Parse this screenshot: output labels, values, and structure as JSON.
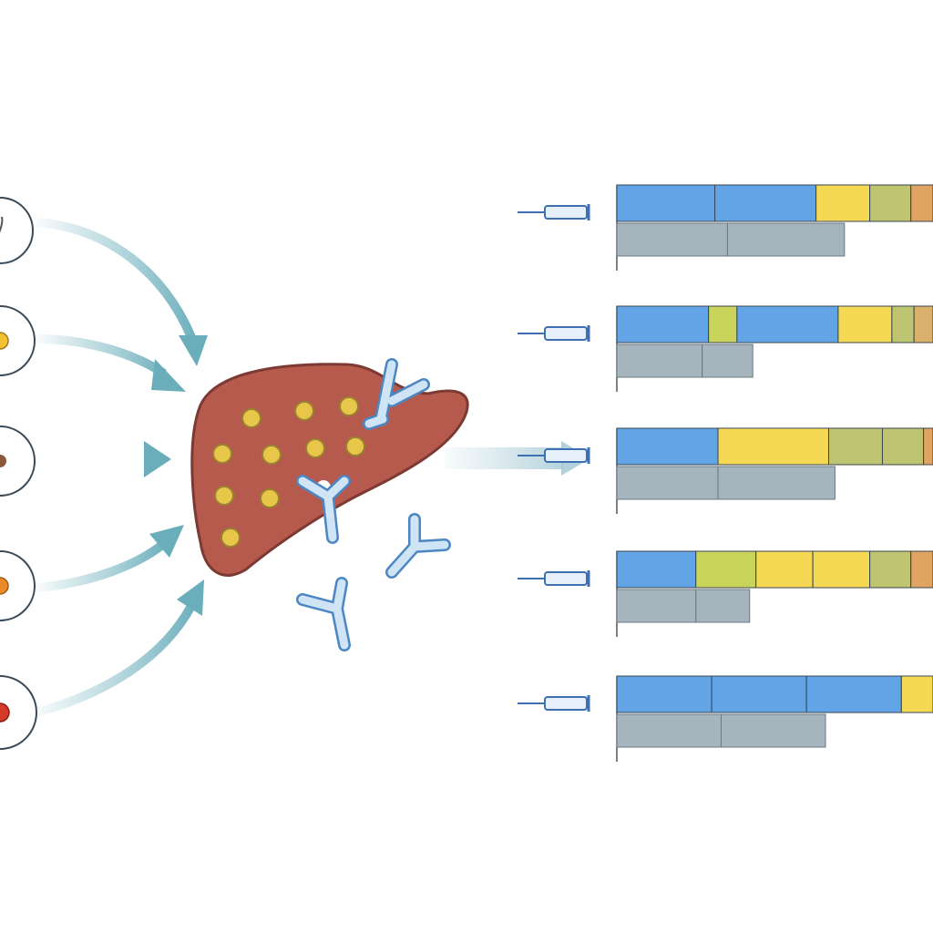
{
  "palette": {
    "background": "#ffffff",
    "circle_stroke": "#3a4a57",
    "arrow": "#6aaebb",
    "liver_fill": "#b65a4e",
    "liver_stroke": "#7d3a33",
    "dot_fill": "#e8c64a",
    "dot_stroke": "#9a8130",
    "antibody_fill": "#cfe4f5",
    "antibody_stroke": "#4c86c3",
    "syringe": "#3e6fb1",
    "bar_blue": "#63a4e6",
    "bar_yellow": "#f5d854",
    "bar_olive": "#bfc470",
    "bar_lime": "#c9d45a",
    "bar_orange": "#dfa462",
    "bar_tan": "#d9b06c",
    "bar_gray": "#a6b4be",
    "axis": "#555555"
  },
  "sources": [
    {
      "icon": "food-item-icon",
      "color": "#ffffff"
    },
    {
      "icon": "yellow-pill-icon",
      "color": "#f1c232"
    },
    {
      "icon": "brown-item-icon",
      "color": "#8a5a3b"
    },
    {
      "icon": "orange-pill-icon",
      "color": "#ea8a2a"
    },
    {
      "icon": "red-pill-icon",
      "color": "#d43a2a"
    }
  ],
  "liver": {
    "icon": "liver-icon"
  },
  "antibodies": {
    "icon": "antibody-icon",
    "count": 4
  },
  "bar_rows": [
    {
      "top": [
        [
          "bar_blue",
          0.0,
          0.31
        ],
        [
          "bar_blue",
          0.31,
          0.63
        ],
        [
          "bar_yellow",
          0.63,
          0.8
        ],
        [
          "bar_olive",
          0.8,
          0.93
        ],
        [
          "bar_orange",
          0.93,
          1.0
        ]
      ],
      "bottom": [
        [
          "bar_gray",
          0.0,
          0.35
        ],
        [
          "bar_gray",
          0.35,
          0.72
        ]
      ]
    },
    {
      "top": [
        [
          "bar_blue",
          0.0,
          0.29
        ],
        [
          "bar_lime",
          0.29,
          0.38
        ],
        [
          "bar_blue",
          0.38,
          0.7
        ],
        [
          "bar_yellow",
          0.7,
          0.87
        ],
        [
          "bar_olive",
          0.87,
          0.94
        ],
        [
          "bar_tan",
          0.94,
          1.0
        ]
      ],
      "bottom": [
        [
          "bar_gray",
          0.0,
          0.27
        ],
        [
          "bar_gray",
          0.27,
          0.43
        ]
      ]
    },
    {
      "top": [
        [
          "bar_blue",
          0.0,
          0.32
        ],
        [
          "bar_yellow",
          0.32,
          0.67
        ],
        [
          "bar_olive",
          0.67,
          0.84
        ],
        [
          "bar_olive",
          0.84,
          0.97
        ],
        [
          "bar_orange",
          0.97,
          1.0
        ]
      ],
      "bottom": [
        [
          "bar_gray",
          0.0,
          0.32
        ],
        [
          "bar_gray",
          0.32,
          0.69
        ]
      ]
    },
    {
      "top": [
        [
          "bar_blue",
          0.0,
          0.25
        ],
        [
          "bar_lime",
          0.25,
          0.44
        ],
        [
          "bar_yellow",
          0.44,
          0.62
        ],
        [
          "bar_yellow",
          0.62,
          0.8
        ],
        [
          "bar_olive",
          0.8,
          0.93
        ],
        [
          "bar_orange",
          0.93,
          1.0
        ]
      ],
      "bottom": [
        [
          "bar_gray",
          0.0,
          0.25
        ],
        [
          "bar_gray",
          0.25,
          0.42
        ]
      ]
    },
    {
      "top": [
        [
          "bar_blue",
          0.0,
          0.3
        ],
        [
          "bar_blue",
          0.3,
          0.6
        ],
        [
          "bar_blue",
          0.6,
          0.9
        ],
        [
          "bar_yellow",
          0.9,
          1.0
        ]
      ],
      "bottom": [
        [
          "bar_gray",
          0.0,
          0.33
        ],
        [
          "bar_gray",
          0.33,
          0.66
        ]
      ]
    }
  ]
}
